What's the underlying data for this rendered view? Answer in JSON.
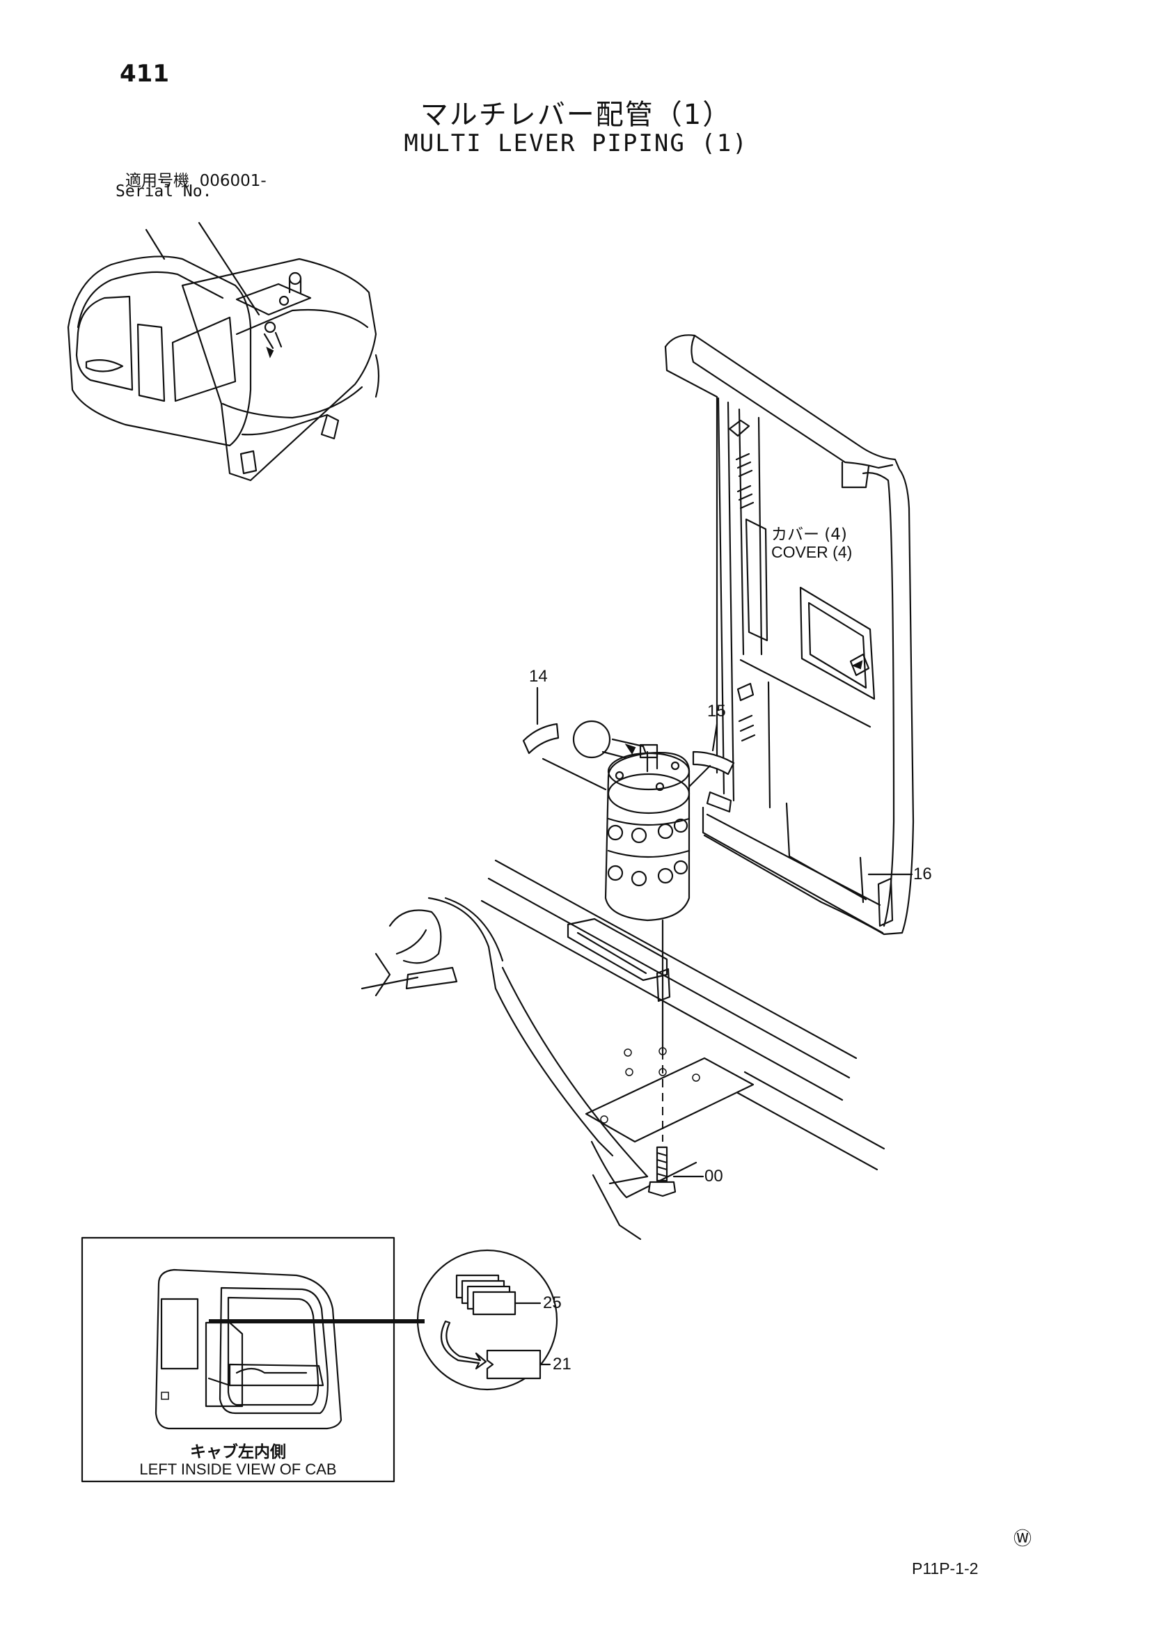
{
  "header": {
    "page_number": "411",
    "title_jp": "マルチレバー配管（1）",
    "title_en": "MULTI LEVER PIPING (1)",
    "serial_label_jp": "適用号機",
    "serial_value": "006001-",
    "serial_label_en": "Serial No."
  },
  "diagram": {
    "cover_label_jp": "カバー (4)",
    "cover_label_en": "COVER (4)",
    "callouts": [
      "14",
      "15",
      "16",
      "00",
      "25",
      "21"
    ]
  },
  "inset": {
    "caption_jp": "キャブ左内側",
    "caption_en": "LEFT INSIDE VIEW OF CAB"
  },
  "footer": {
    "mark": "Ⓦ",
    "page_code": "P11P-1-2"
  }
}
